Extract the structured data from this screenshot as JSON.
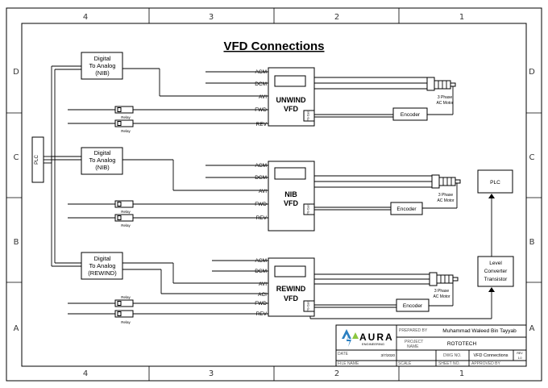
{
  "title": "VFD Connections",
  "zones": {
    "top": [
      "4",
      "3",
      "2",
      "1"
    ],
    "side": [
      "D",
      "C",
      "B",
      "A"
    ]
  },
  "plc_left": "PLC",
  "plc_right": "PLC",
  "dac_blocks": [
    {
      "line1": "Digital",
      "line2": "To Analog",
      "line3": "(NIB)"
    },
    {
      "line1": "Digital",
      "line2": "To Analog",
      "line3": "(NIB)"
    },
    {
      "line1": "Digital",
      "line2": "To Analog",
      "line3": "(REWIND)"
    }
  ],
  "vfds": [
    {
      "line1": "UNWIND",
      "line2": "VFD"
    },
    {
      "line1": "NIB",
      "line2": "VFD"
    },
    {
      "line1": "REWIND",
      "line2": "VFD"
    }
  ],
  "ports": {
    "acm": "ACM",
    "dcm": "DCM",
    "avi": "AVI",
    "aci": "ACI",
    "fwd": "FWD",
    "rev": "REV"
  },
  "pg_card": "PG Card",
  "relay": "Relay",
  "motor_line1": "3 Phase",
  "motor_line2": "AC Motor",
  "encoder": "Encoder",
  "level_converter": {
    "line1": "Level",
    "line2": "Converter",
    "line3": "Transistor"
  },
  "titleblock": {
    "company_name": "AURA",
    "company_sub": "ENGINEERING",
    "prepared_by_label": "PREPARED BY",
    "prepared_by": "Muhammad Waleed Bin Tayyab",
    "project_label_1": "PROJECT",
    "project_label_2": "NAME",
    "project": "ROTOTECH",
    "date_label": "DATE",
    "date": "3/7/2020",
    "dwg_label": "DWG NO.",
    "dwg": "VFD Connections",
    "rev_label": "REV",
    "rev": "1.0",
    "file_label": "FILE NAME",
    "scale_label": "SCALE",
    "sheet_label": "SHEET NO.",
    "approved_label": "APPROVED BY"
  }
}
